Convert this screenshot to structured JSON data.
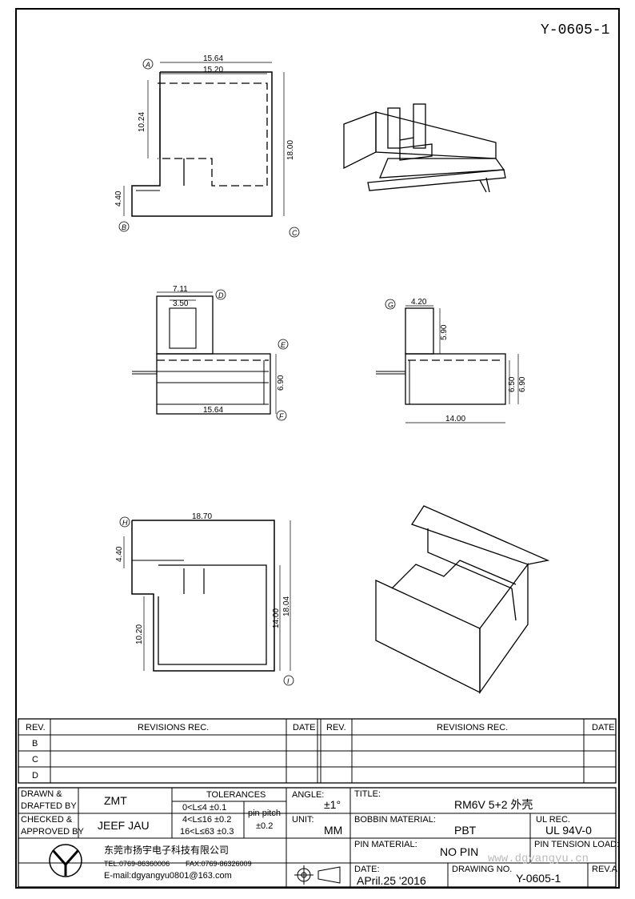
{
  "drawing_number_top": "Y-0605-1",
  "views": {
    "top": {
      "dims": {
        "w_outer": "15.64",
        "w_inner": "15.20",
        "h_left": "10.24",
        "h_total": "18.00",
        "h_lower": "4.40"
      },
      "labels": {
        "a": "A",
        "b": "B",
        "c": "C"
      }
    },
    "front": {
      "dims": {
        "w_tab": "7.11",
        "w_slot": "3.50",
        "h": "6.90",
        "w_base": "15.64"
      },
      "labels": {
        "d": "D",
        "e": "E",
        "f": "F"
      }
    },
    "side": {
      "dims": {
        "w_tab": "4.20",
        "h_tab": "5.90",
        "h_inner": "6.50",
        "h_outer": "6.90",
        "w": "14.00"
      },
      "labels": {
        "g": "G"
      }
    },
    "bottom": {
      "dims": {
        "w": "18.70",
        "h_top": "4.40",
        "h_left": "10.20",
        "h_inner": "14.00",
        "h_outer": "18.04"
      },
      "labels": {
        "h": "H",
        "i": "I"
      }
    }
  },
  "revisions": {
    "headers": {
      "rev": "REV.",
      "desc": "REVISIONS   REC.",
      "date": "DATE"
    },
    "rows": [
      "B",
      "C",
      "D"
    ]
  },
  "titleblock": {
    "drawn_label1": "DRAWN &",
    "drawn_label2": "DRAFTED BY",
    "drawn_value": "ZMT",
    "checked_label1": "CHECKED &",
    "checked_label2": "APPROVED BY",
    "checked_value": "JEEF JAU",
    "tolerances_label": "TOLERANCES",
    "tol1": "0<L≤4    ±0.1",
    "tol2": "4<L≤16  ±0.2",
    "tol3": "16<L≤63  ±0.3",
    "pin_pitch_label": "pin pitch",
    "pin_pitch_value": "±0.2",
    "angle_label": "ANGLE:",
    "angle_value": "±1°",
    "unit_label": "UNIT:",
    "unit_value": "MM",
    "title_label": "TITLE:",
    "title_value": "RM6V 5+2 外壳",
    "bobbin_label": "BOBBIN MATERIAL:",
    "bobbin_value": "PBT",
    "ul_label": "UL REC.",
    "ul_value": "UL 94V-0",
    "pin_mat_label": "PIN MATERIAL:",
    "pin_mat_value": "NO PIN",
    "pin_tension_label": "PIN TENSION LOAD:",
    "date_label": "DATE:",
    "date_value": "APril.25 '2016",
    "dwg_label": "DRAWING NO.",
    "dwg_value": "Y-0605-1",
    "reva_label": "REV.A",
    "company": "东莞市扬宇电子科技有限公司",
    "tel": "TEL:0769-86360006",
    "fax": "FAX:0769-86326009",
    "email": "E-mail:dgyangyu0801@163.com",
    "watermark": "www.dgyangyu.cn"
  }
}
